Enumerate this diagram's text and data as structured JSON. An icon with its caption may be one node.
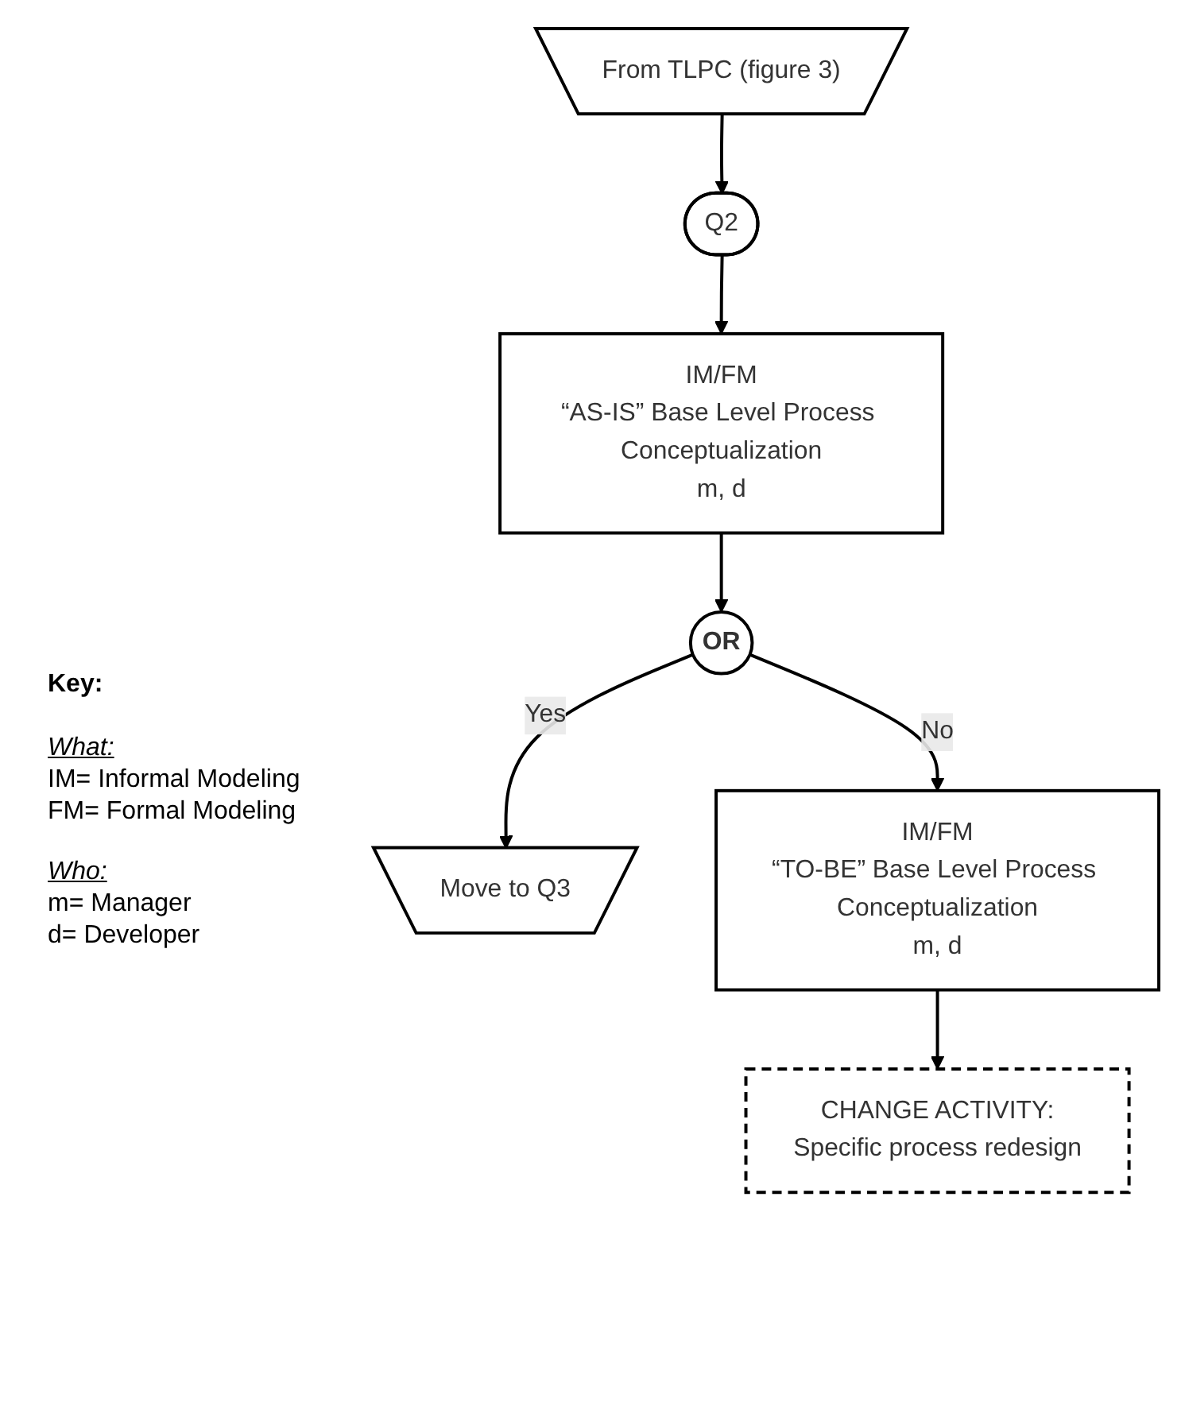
{
  "diagram": {
    "nodes": [
      {
        "text": [
          "From TLPC (figure 3)"
        ]
      },
      {
        "text": [
          "Q2"
        ]
      },
      {
        "text": [
          "IM/FM",
          "“AS-IS” Base Level Process Conceptualization",
          "m, d"
        ]
      },
      {
        "text": [
          "OR"
        ]
      },
      {
        "text": [
          "Move to Q3"
        ]
      },
      {
        "text": [
          "IM/FM",
          "“TO-BE” Base Level Process Conceptualization",
          "m, d"
        ]
      },
      {
        "text": [
          "CHANGE ACTIVITY:",
          "Specific process redesign"
        ]
      }
    ],
    "edges": [
      {
        "from": 0,
        "to": 1,
        "arrow": "to"
      },
      {
        "from": 1,
        "to": 2,
        "arrow": "to"
      },
      {
        "from": 2,
        "to": 3,
        "arrow": "to"
      },
      {
        "from": 3,
        "to": 4,
        "label": "Yes",
        "arrow": "to"
      },
      {
        "from": 3,
        "to": 5,
        "label": "No",
        "arrow": "to"
      },
      {
        "from": 5,
        "to": 6,
        "arrow": "to"
      }
    ],
    "labels": [
      "Key:",
      "What:",
      "IM= Informal Modeling",
      "FM= Formal Modeling",
      "Who:",
      "m= Manager",
      "d= Developer"
    ]
  }
}
